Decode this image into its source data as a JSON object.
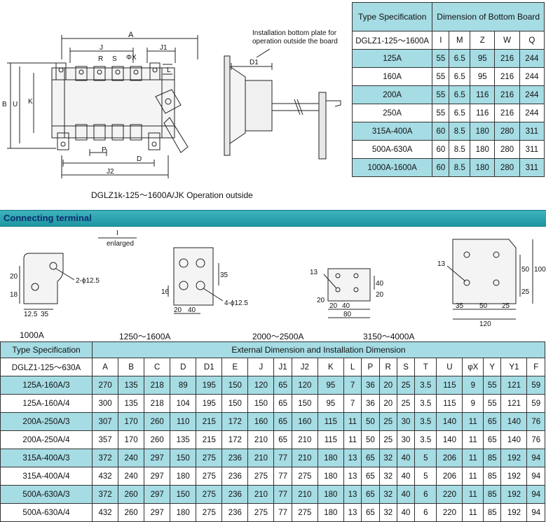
{
  "drawing": {
    "caption": "DGLZ1k-125～1600A/JK Operation outside",
    "callout_line1": "Installation bottom plate for",
    "callout_line2": "operation outside the board",
    "dims": {
      "A": "A",
      "J": "J",
      "J1": "J1",
      "R": "R",
      "S": "S",
      "phiX": "ΦX",
      "L": "L",
      "B": "B",
      "U": "U",
      "K": "K",
      "P": "P",
      "D": "D",
      "J2": "J2",
      "D1": "D1"
    }
  },
  "spec_table": {
    "header_type": "Type Specification",
    "header_dim": "Dimension of Bottom Board",
    "subheader_type": "DGLZ1-125～1600A",
    "columns": [
      "I",
      "M",
      "Z",
      "W",
      "Q"
    ],
    "rows": [
      {
        "type": "125A",
        "values": [
          "55",
          "6.5",
          "95",
          "216",
          "244"
        ]
      },
      {
        "type": "160A",
        "values": [
          "55",
          "6.5",
          "95",
          "216",
          "244"
        ]
      },
      {
        "type": "200A",
        "values": [
          "55",
          "6.5",
          "116",
          "216",
          "244"
        ]
      },
      {
        "type": "250A",
        "values": [
          "55",
          "6.5",
          "116",
          "216",
          "244"
        ]
      },
      {
        "type": "315A-400A",
        "values": [
          "60",
          "8.5",
          "180",
          "280",
          "311"
        ]
      },
      {
        "type": "500A-630A",
        "values": [
          "60",
          "8.5",
          "180",
          "280",
          "311"
        ]
      },
      {
        "type": "1000A-1600A",
        "values": [
          "60",
          "8.5",
          "180",
          "280",
          "311"
        ]
      }
    ]
  },
  "section": {
    "title": "Connecting terminal"
  },
  "terminals": {
    "enlarged_mark": "I",
    "enlarged_label": "enlarged",
    "t1": {
      "label": "1000A",
      "hole": "2-ϕ12.5",
      "d20": "20",
      "d18": "18",
      "d125": "12.5",
      "d35": "35"
    },
    "t2": {
      "label": "1250～1600A",
      "hole": "4-ϕ12.5",
      "d35": "35",
      "d16": "16",
      "d20": "20",
      "d40": "40"
    },
    "t3": {
      "label": "2000～2500A",
      "d13": "13",
      "d20": "20",
      "d40a": "40",
      "d20b": "20",
      "d40b": "40",
      "d20c": "20",
      "d80": "80"
    },
    "t4": {
      "label": "3150～4000A",
      "d13": "13",
      "d50a": "50",
      "d100": "100",
      "d25a": "25",
      "d35": "35",
      "d50b": "50",
      "d25b": "25",
      "d120": "120"
    }
  },
  "dim_table": {
    "header_type": "Type Specification",
    "header_dim": "External Dimension and Installation Dimension",
    "subheader_type": "DGLZ1-125～630A",
    "columns": [
      "A",
      "B",
      "C",
      "D",
      "D1",
      "E",
      "J",
      "J1",
      "J2",
      "K",
      "L",
      "P",
      "R",
      "S",
      "T",
      "U",
      "φX",
      "Y",
      "Y1",
      "F"
    ],
    "rows": [
      {
        "type": "125A-160A/3",
        "values": [
          "270",
          "135",
          "218",
          "89",
          "195",
          "150",
          "120",
          "65",
          "120",
          "95",
          "7",
          "36",
          "20",
          "25",
          "3.5",
          "115",
          "9",
          "55",
          "121",
          "59"
        ]
      },
      {
        "type": "125A-160A/4",
        "values": [
          "300",
          "135",
          "218",
          "104",
          "195",
          "150",
          "150",
          "65",
          "150",
          "95",
          "7",
          "36",
          "20",
          "25",
          "3.5",
          "115",
          "9",
          "55",
          "121",
          "59"
        ]
      },
      {
        "type": "200A-250A/3",
        "values": [
          "307",
          "170",
          "260",
          "110",
          "215",
          "172",
          "160",
          "65",
          "160",
          "115",
          "11",
          "50",
          "25",
          "30",
          "3.5",
          "140",
          "11",
          "65",
          "140",
          "76"
        ]
      },
      {
        "type": "200A-250A/4",
        "values": [
          "357",
          "170",
          "260",
          "135",
          "215",
          "172",
          "210",
          "65",
          "210",
          "115",
          "11",
          "50",
          "25",
          "30",
          "3.5",
          "140",
          "11",
          "65",
          "140",
          "76"
        ]
      },
      {
        "type": "315A-400A/3",
        "values": [
          "372",
          "240",
          "297",
          "150",
          "275",
          "236",
          "210",
          "77",
          "210",
          "180",
          "13",
          "65",
          "32",
          "40",
          "5",
          "206",
          "11",
          "85",
          "192",
          "94"
        ]
      },
      {
        "type": "315A-400A/4",
        "values": [
          "432",
          "240",
          "297",
          "180",
          "275",
          "236",
          "275",
          "77",
          "275",
          "180",
          "13",
          "65",
          "32",
          "40",
          "5",
          "206",
          "11",
          "85",
          "192",
          "94"
        ]
      },
      {
        "type": "500A-630A/3",
        "values": [
          "372",
          "260",
          "297",
          "150",
          "275",
          "236",
          "210",
          "77",
          "210",
          "180",
          "13",
          "65",
          "32",
          "40",
          "6",
          "220",
          "11",
          "85",
          "192",
          "94"
        ]
      },
      {
        "type": "500A-630A/4",
        "values": [
          "432",
          "260",
          "297",
          "180",
          "275",
          "236",
          "275",
          "77",
          "275",
          "180",
          "13",
          "65",
          "32",
          "40",
          "6",
          "220",
          "11",
          "85",
          "192",
          "94"
        ]
      }
    ]
  }
}
